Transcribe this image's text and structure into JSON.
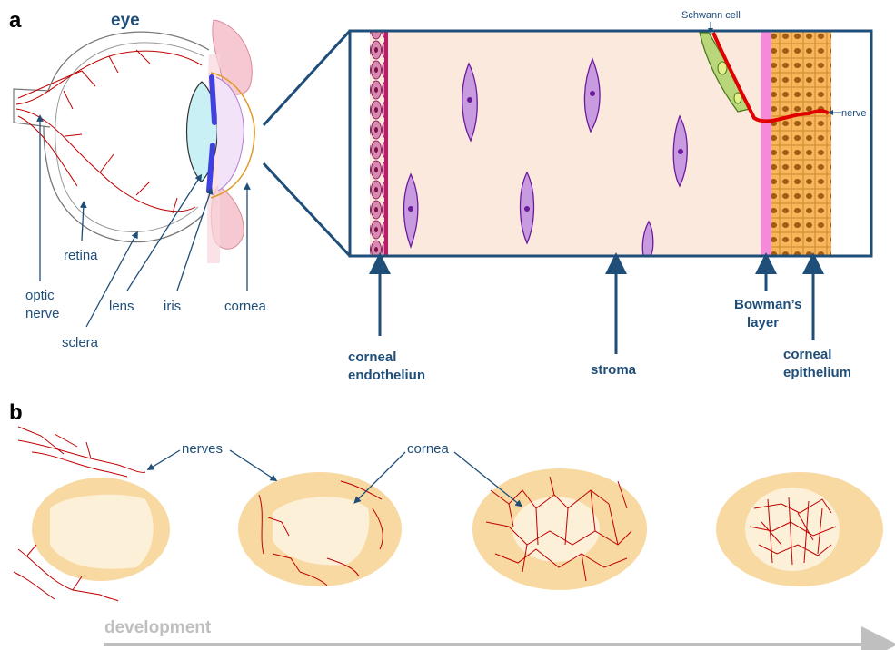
{
  "panel_a": {
    "letter": "a",
    "eye_title": "eye",
    "labels": {
      "optic_nerve_1": "optic",
      "optic_nerve_2": "nerve",
      "retina": "retina",
      "sclera": "sclera",
      "lens": "lens",
      "iris": "iris",
      "cornea": "cornea"
    },
    "schwann": "Schwann cell",
    "nerve": "nerve",
    "layers": {
      "endo_1": "corneal",
      "endo_2": "endotheliun",
      "stroma": "stroma",
      "bowman_1": "Bowman’s",
      "bowman_2": "layer",
      "epi_1": "corneal",
      "epi_2": "epithelium"
    }
  },
  "panel_b": {
    "letter": "b",
    "nerves_label": "nerves",
    "cornea_label": "cornea",
    "development": "development"
  },
  "colors": {
    "label": "#1f4e79",
    "nerve": "#c00000",
    "stroma": "#fbe9de",
    "cornea_outer": "#f7d9a1",
    "cornea_inner": "#fdf0d8"
  }
}
